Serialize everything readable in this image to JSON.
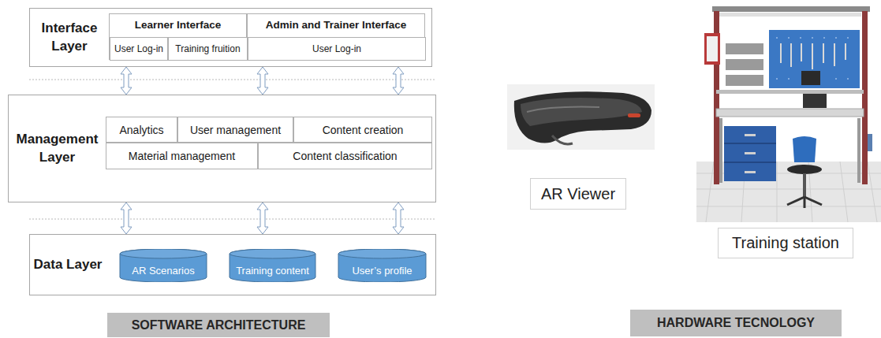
{
  "diagram": {
    "nodes": [
      {
        "text": [
          "Interface Layer"
        ]
      },
      {
        "text": [
          "Learner Interface"
        ],
        "in": 0
      },
      {
        "text": [
          "User Log-in"
        ],
        "in": 1
      },
      {
        "text": [
          "Training fruition"
        ],
        "in": 1
      },
      {
        "text": [
          "Admin and Trainer Interface"
        ],
        "in": 0
      },
      {
        "text": [
          "User Log-in"
        ],
        "in": 4
      },
      {
        "text": [
          "Management Layer"
        ]
      },
      {
        "text": [
          "Analytics"
        ],
        "in": 6
      },
      {
        "text": [
          "User management"
        ],
        "in": 6
      },
      {
        "text": [
          "Content creation"
        ],
        "in": 6
      },
      {
        "text": [
          "Material management"
        ],
        "in": 6
      },
      {
        "text": [
          "Content classification"
        ],
        "in": 6
      },
      {
        "text": [
          "Data Layer"
        ]
      },
      {
        "text": [
          "AR Scenarios"
        ],
        "in": 12
      },
      {
        "text": [
          "Training content"
        ],
        "in": 12
      },
      {
        "text": [
          "User’s profile"
        ],
        "in": 12
      },
      {
        "text": [
          "AR Viewer"
        ]
      },
      {
        "text": [
          "Training station"
        ]
      },
      {
        "text": [
          "SOFTWARE ARCHITECTURE"
        ]
      },
      {
        "text": [
          "HARDWARE TECNOLOGY"
        ]
      }
    ],
    "edges": [
      {
        "from": 0,
        "to": 6,
        "arrow": "both"
      },
      {
        "from": 0,
        "to": 6,
        "arrow": "both"
      },
      {
        "from": 0,
        "to": 6,
        "arrow": "both"
      },
      {
        "from": 6,
        "to": 12,
        "arrow": "both"
      },
      {
        "from": 6,
        "to": 12,
        "arrow": "both"
      },
      {
        "from": 6,
        "to": 12,
        "arrow": "both"
      }
    ]
  }
}
